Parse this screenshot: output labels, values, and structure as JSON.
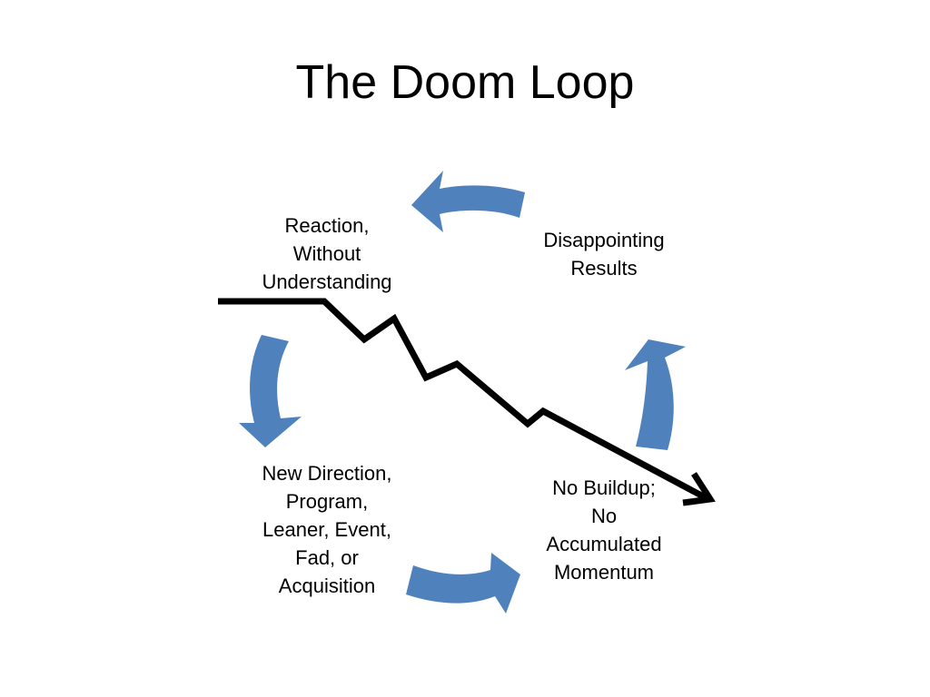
{
  "slide": {
    "title": "The Doom Loop"
  },
  "nodes": {
    "reaction": [
      "Reaction,",
      "Without",
      "Understanding"
    ],
    "results": [
      "Disappointing",
      "Results"
    ],
    "direction": [
      "New Direction,",
      "Program,",
      "Leaner, Event,",
      "Fad, or",
      "Acquisition"
    ],
    "no_buildup": [
      "No Buildup;",
      "No",
      "Accumulated",
      "Momentum"
    ]
  },
  "colors": {
    "cycle_arrow": "#4F81BD",
    "trend_line": "#000000"
  }
}
